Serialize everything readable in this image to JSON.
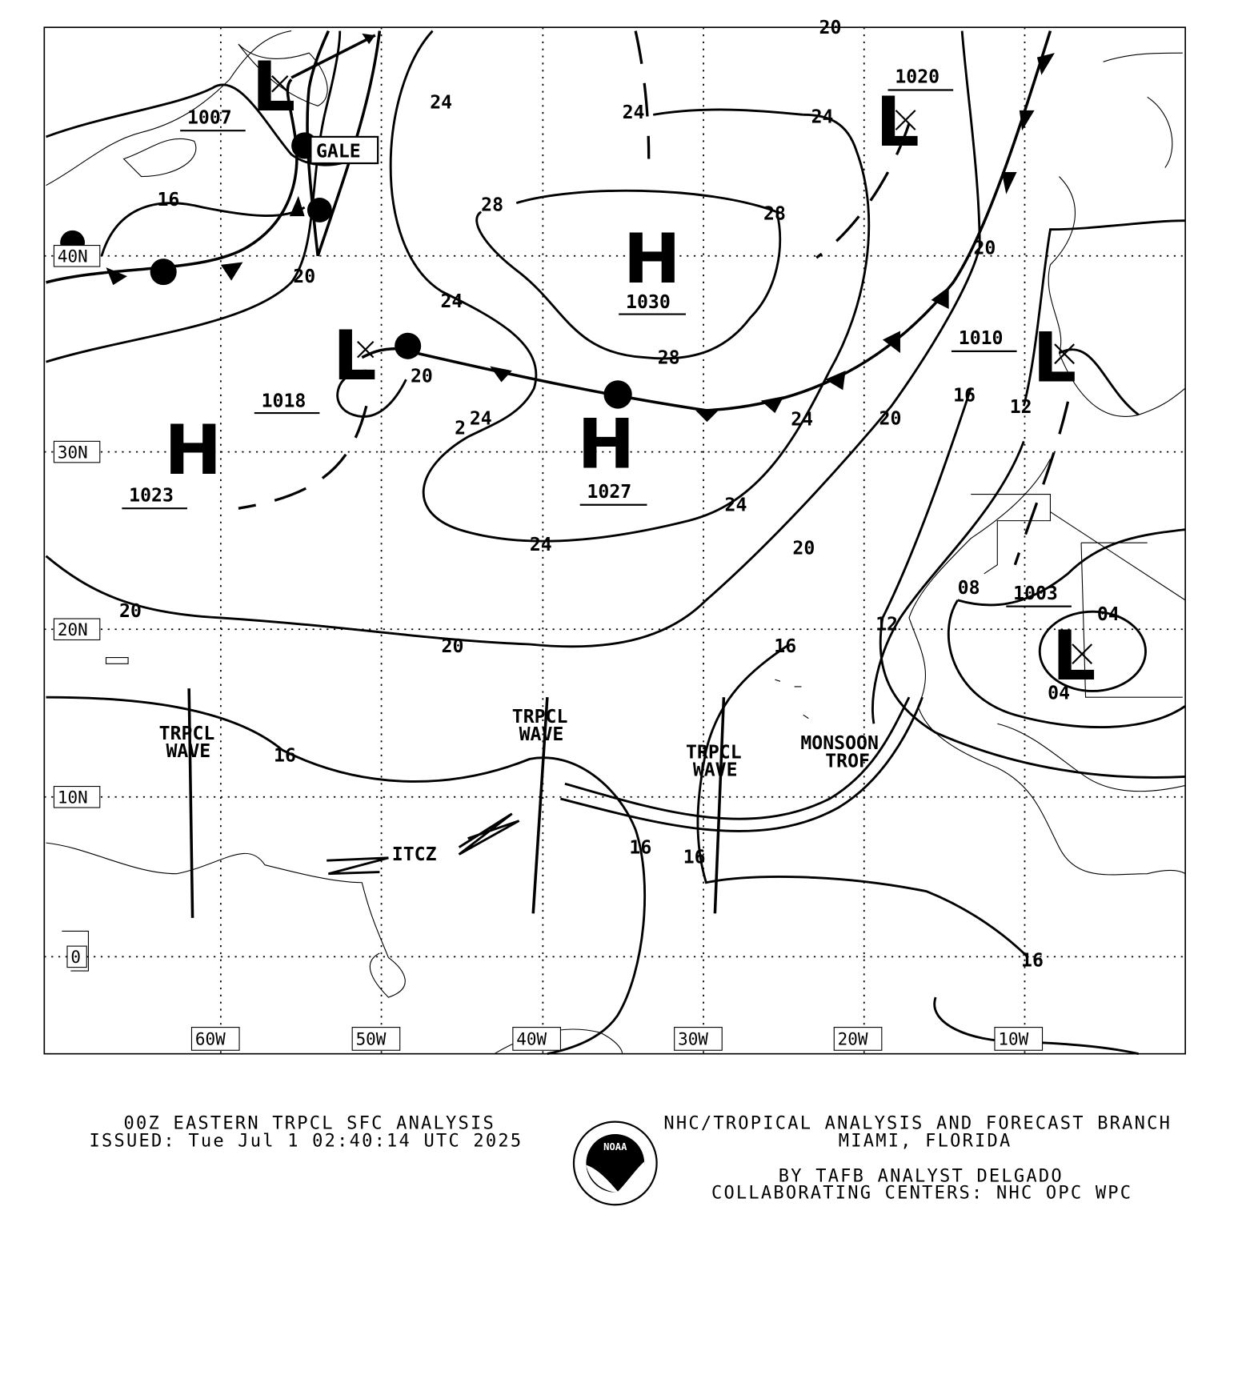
{
  "map": {
    "lat_labels": [
      "40N",
      "30N",
      "20N",
      "10N",
      "0"
    ],
    "lon_labels": [
      "60W",
      "50W",
      "40W",
      "30W",
      "20W",
      "10W"
    ],
    "centers": [
      {
        "type": "L",
        "pressure": "1007"
      },
      {
        "type": "L",
        "pressure": "1018"
      },
      {
        "type": "H",
        "pressure": "1023"
      },
      {
        "type": "H",
        "pressure": "1030"
      },
      {
        "type": "H",
        "pressure": "1027"
      },
      {
        "type": "L",
        "pressure": "1020"
      },
      {
        "type": "L",
        "pressure": "1010"
      },
      {
        "type": "L",
        "pressure": "1003"
      }
    ],
    "isobar_labels": [
      "16",
      "20",
      "24",
      "24",
      "24",
      "28",
      "28",
      "24",
      "28",
      "20",
      "24",
      "2",
      "24",
      "24",
      "24",
      "20",
      "20",
      "20",
      "20",
      "20",
      "16",
      "16",
      "12",
      "08",
      "04",
      "04",
      "12",
      "16",
      "16",
      "16",
      "16",
      "16",
      "20"
    ],
    "warning": "GALE",
    "features": {
      "wave1": [
        "TRPCL",
        "WAVE"
      ],
      "wave2": [
        "TRPCL",
        "WAVE"
      ],
      "wave3": [
        "TRPCL",
        "WAVE"
      ],
      "monsoon": [
        "MONSOON",
        "TROF"
      ],
      "itcz": "ITCZ"
    }
  },
  "footer": {
    "title": "00Z EASTERN TRPCL SFC ANALYSIS",
    "issued": "ISSUED: Tue Jul 1 02:40:14 UTC 2025",
    "branch": "NHC/TROPICAL ANALYSIS AND FORECAST BRANCH",
    "location": "MIAMI,  FLORIDA",
    "analyst": "BY TAFB ANALYST  DELGADO",
    "centers": "COLLABORATING CENTERS: NHC OPC WPC",
    "logo_text": "NOAA"
  }
}
